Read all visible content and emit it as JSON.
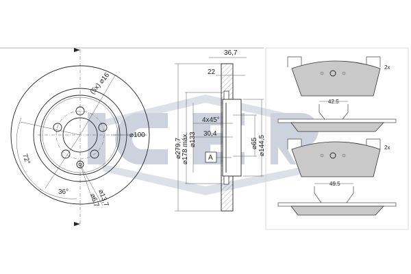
{
  "watermark": {
    "logo_text": "ICER",
    "color": "#c5ccd9"
  },
  "disc_front": {
    "holes_label": "(5x) ⌀16",
    "pcd_label": "⌀100",
    "angle_72": "72°",
    "angle_36": "36°",
    "small_hole_outer": "⌀13,7",
    "small_hole_inner": "⌀6,7"
  },
  "disc_section": {
    "thickness": "36,7",
    "min_thickness": "22",
    "chamfer": "4x45°",
    "hat_depth": "30,4",
    "datum": "A",
    "outer_diameter": "⌀279,7",
    "max_diameter": "⌀178 máx.",
    "inner_diameter": "⌀133",
    "bore_diameter": "⌀65",
    "hat_diameter": "⌀144,5"
  },
  "pads": {
    "qty_top": "2x",
    "qty_bottom": "2x",
    "width_top": "42.5",
    "width_bottom": "49.5",
    "fill_color": "#c9c9c9"
  }
}
